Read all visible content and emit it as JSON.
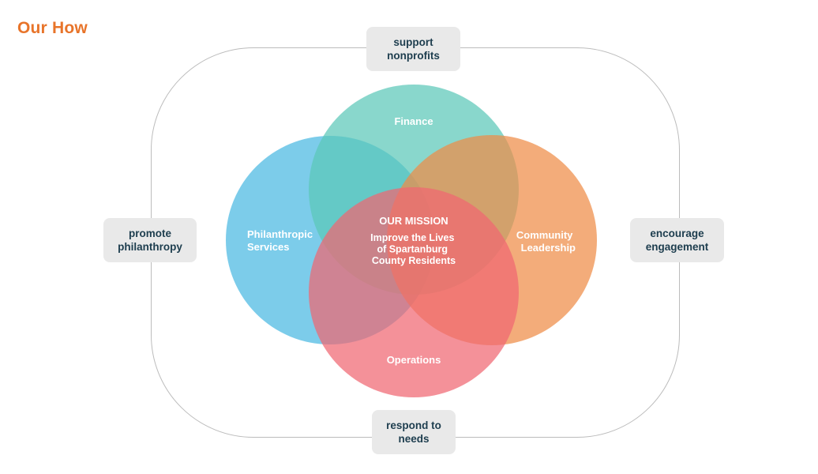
{
  "title": "Our How",
  "pills": {
    "top": "support\nnonprofits",
    "bottom": "respond to\nneeds",
    "left": "promote\nphilanthropy",
    "right": "encourage\nengagement"
  },
  "circles": {
    "finance": {
      "label": "Finance",
      "color": "#5cc8b8"
    },
    "philanthropic": {
      "label_line1": "Philanthropic",
      "label_line2": "Services",
      "color": "#4ab8e2"
    },
    "community": {
      "label_line1": "Community",
      "label_line2": "Leadership",
      "color": "#ee8c46"
    },
    "operations": {
      "label": "Operations",
      "color": "#f06772"
    }
  },
  "mission": {
    "title": "OUR MISSION",
    "line1": "Improve the Lives",
    "line2": "of Spartanburg",
    "line3": "County Residents"
  },
  "colors": {
    "title": "#e8742a",
    "pill_text": "#1d3d4e",
    "pill_bg": "#e9e9e9"
  }
}
